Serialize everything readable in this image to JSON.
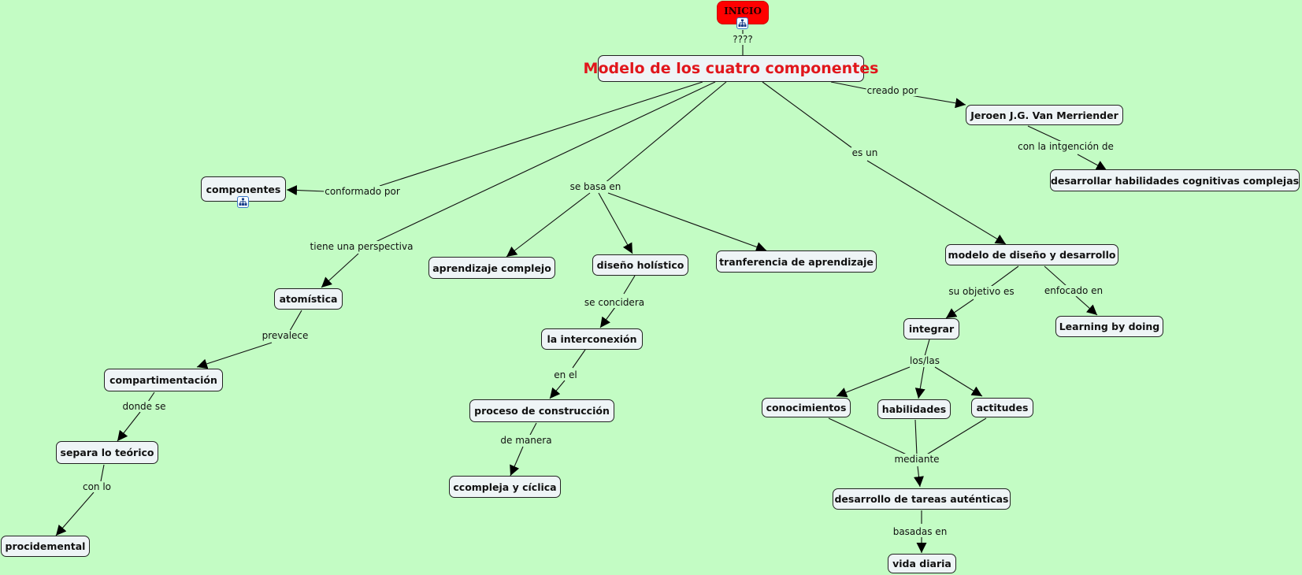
{
  "map_title": "Modelo de los cuatro componentes",
  "colors": {
    "background": "#c3fcc4",
    "concept_fill": "#eef4f6",
    "main_text": "#e1161c",
    "inicio_fill": "#ff0000",
    "line": "#111111"
  },
  "icons": {
    "inicio_submap": "submap-hierarchy-icon",
    "componentes_submap": "submap-hierarchy-icon"
  },
  "concepts": {
    "inicio": "INICIO",
    "main": "Modelo de los cuatro componentes",
    "componentes": "componentes",
    "jeroen": "Jeroen J.G. Van Merriender",
    "desarrollar": "desarrollar habilidades cognitivas complejas",
    "aprendizaje_complejo": "aprendizaje complejo",
    "diseno_holistico": "diseño holístico",
    "tranferencia": "tranferencia de aprendizaje",
    "modelo_diseno": "modelo de diseño y desarrollo",
    "atomistica": "atomística",
    "interconexion": "la interconexión",
    "integrar": "integrar",
    "learning": "Learning by doing",
    "compartimentacion": "compartimentación",
    "proceso": "proceso de construcción",
    "conocimientos": "conocimientos",
    "habilidades": "habilidades",
    "actitudes": "actitudes",
    "separa": "separa lo teórico",
    "ccompleja": "ccompleja y cíclica",
    "desarrollo_tareas": "desarrollo de tareas auténticas",
    "procidemental": "procidemental",
    "vida_diaria": "vida diaria"
  },
  "linking_phrases": {
    "qqqq": "????",
    "creado_por": "creado por",
    "con_la_intgencion": "con la intgención de",
    "conformado_por": "conformado por",
    "se_basa_en": "se basa en",
    "es_un": "es un",
    "tiene_perspectiva": "tiene una perspectiva",
    "prevalece": "prevalece",
    "donde_se": "donde se",
    "con_lo": "con lo",
    "se_concidera": "se concidera",
    "en_el": "en el",
    "de_manera": "de manera",
    "su_objetivo_es": "su objetivo es",
    "enfocado_en": "enfocado en",
    "los_las": "los/las",
    "mediante": "mediante",
    "basadas_en": "basadas en"
  },
  "propositions": [
    [
      "inicio",
      "????",
      "main"
    ],
    [
      "main",
      "creado por",
      "jeroen"
    ],
    [
      "jeroen",
      "con la intgención de",
      "desarrollar"
    ],
    [
      "main",
      "conformado por",
      "componentes"
    ],
    [
      "main",
      "tiene una perspectiva",
      "atomistica"
    ],
    [
      "main",
      "se basa en",
      "aprendizaje_complejo"
    ],
    [
      "main",
      "se basa en",
      "diseno_holistico"
    ],
    [
      "main",
      "se basa en",
      "tranferencia"
    ],
    [
      "main",
      "es un",
      "modelo_diseno"
    ],
    [
      "atomistica",
      "prevalece",
      "compartimentacion"
    ],
    [
      "compartimentacion",
      "donde se",
      "separa"
    ],
    [
      "separa",
      "con lo",
      "procidemental"
    ],
    [
      "diseno_holistico",
      "se concidera",
      "interconexion"
    ],
    [
      "interconexion",
      "en el",
      "proceso"
    ],
    [
      "proceso",
      "de manera",
      "ccompleja"
    ],
    [
      "modelo_diseno",
      "su objetivo es",
      "integrar"
    ],
    [
      "modelo_diseno",
      "enfocado en",
      "learning"
    ],
    [
      "integrar",
      "los/las",
      "conocimientos"
    ],
    [
      "integrar",
      "los/las",
      "habilidades"
    ],
    [
      "integrar",
      "los/las",
      "actitudes"
    ],
    [
      "conocimientos",
      "mediante",
      "desarrollo_tareas"
    ],
    [
      "habilidades",
      "mediante",
      "desarrollo_tareas"
    ],
    [
      "actitudes",
      "mediante",
      "desarrollo_tareas"
    ],
    [
      "desarrollo_tareas",
      "basadas en",
      "vida_diaria"
    ]
  ]
}
